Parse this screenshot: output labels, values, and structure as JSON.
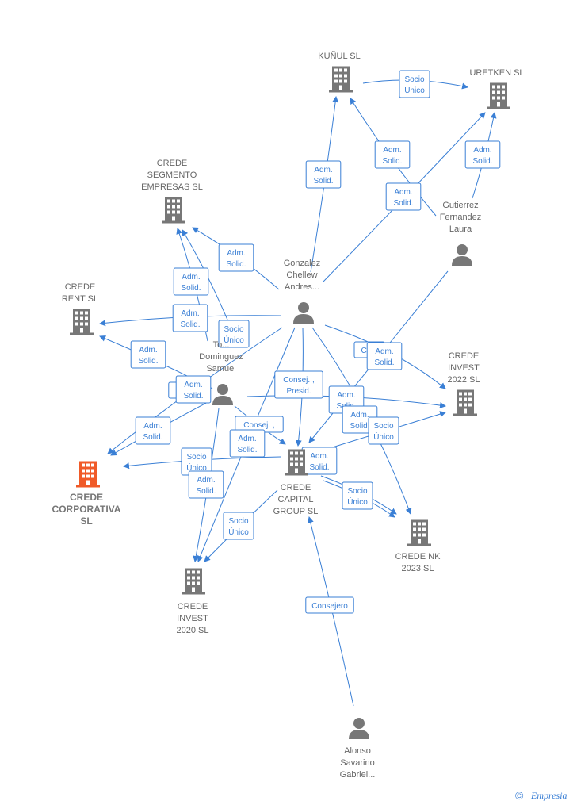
{
  "colors": {
    "edge": "#3a7fd5",
    "building": "#777777",
    "building_focus": "#f05a28",
    "person": "#777777",
    "label": "#666666"
  },
  "nodes": [
    {
      "id": "kunul",
      "type": "company",
      "lines": [
        "KUÑUL  SL"
      ]
    },
    {
      "id": "uretken",
      "type": "company",
      "lines": [
        "URETKEN  SL"
      ]
    },
    {
      "id": "segmento",
      "type": "company",
      "lines": [
        "CREDE",
        "SEGMENTO",
        "EMPRESAS  SL"
      ]
    },
    {
      "id": "rent",
      "type": "company",
      "lines": [
        "CREDE",
        "RENT  SL"
      ]
    },
    {
      "id": "corporativa",
      "type": "company",
      "focus": true,
      "lines": [
        "CREDE",
        "CORPORATIVA",
        "SL"
      ]
    },
    {
      "id": "invest2022",
      "type": "company",
      "lines": [
        "CREDE",
        "INVEST",
        "2022  SL"
      ]
    },
    {
      "id": "capital",
      "type": "company",
      "lines": [
        "CREDE",
        "CAPITAL",
        "GROUP  SL"
      ]
    },
    {
      "id": "nk2023",
      "type": "company",
      "lines": [
        "CREDE NK",
        "2023  SL"
      ]
    },
    {
      "id": "invest2020",
      "type": "company",
      "lines": [
        "CREDE",
        "INVEST",
        "2020  SL"
      ]
    },
    {
      "id": "gonzalez",
      "type": "person",
      "lines": [
        "Gonzalez",
        "Chellew",
        "Andres..."
      ]
    },
    {
      "id": "gutierrez",
      "type": "person",
      "lines": [
        "Gutierrez",
        "Fernandez",
        "Laura"
      ]
    },
    {
      "id": "torres",
      "type": "person",
      "lines": [
        "To...",
        "Dominguez",
        "Samuel"
      ]
    },
    {
      "id": "alonso",
      "type": "person",
      "lines": [
        "Alonso",
        "Savarino",
        "Gabriel..."
      ]
    }
  ],
  "edge_labels": [
    {
      "id": "e1",
      "lines": [
        "Socio",
        "Único"
      ]
    },
    {
      "id": "e2",
      "lines": [
        "Adm.",
        "Solid."
      ]
    },
    {
      "id": "e3",
      "lines": [
        "Adm.",
        "Solid."
      ]
    },
    {
      "id": "e4",
      "lines": [
        "Adm.",
        "Solid."
      ]
    },
    {
      "id": "e5",
      "lines": [
        "Adm.",
        "Solid."
      ]
    },
    {
      "id": "e6",
      "lines": [
        "Adm.",
        "Solid."
      ]
    },
    {
      "id": "e7",
      "lines": [
        "Adm.",
        "Solid."
      ]
    },
    {
      "id": "e8",
      "lines": [
        "Adm.",
        "Solid."
      ]
    },
    {
      "id": "e9",
      "lines": [
        "Socio",
        "Único"
      ]
    },
    {
      "id": "e10",
      "lines": [
        "Adm.",
        "Solid."
      ]
    },
    {
      "id": "e11",
      "lines": [
        "S..."
      ]
    },
    {
      "id": "e12",
      "lines": [
        "Adm.",
        "Solid."
      ]
    },
    {
      "id": "e13",
      "lines": [
        "Adm.",
        "Solid."
      ]
    },
    {
      "id": "e14",
      "lines": [
        "Consej. ,",
        "Presid."
      ]
    },
    {
      "id": "e15",
      "lines": [
        "Consej. ,"
      ]
    },
    {
      "id": "e16",
      "lines": [
        "Adm.",
        "Solid."
      ]
    },
    {
      "id": "e17",
      "lines": [
        "Socio",
        "Único"
      ]
    },
    {
      "id": "e18",
      "lines": [
        "Adm.",
        "Solid."
      ]
    },
    {
      "id": "e19",
      "lines": [
        "Co..."
      ]
    },
    {
      "id": "e20",
      "lines": [
        "Adm.",
        "Solid."
      ]
    },
    {
      "id": "e21",
      "lines": [
        "Adm.",
        "Solid."
      ]
    },
    {
      "id": "e22",
      "lines": [
        "Adm.",
        "Solid."
      ]
    },
    {
      "id": "e23",
      "lines": [
        "Socio",
        "Único"
      ]
    },
    {
      "id": "e24",
      "lines": [
        "Adm.",
        "Solid."
      ]
    },
    {
      "id": "e25",
      "lines": [
        "Socio",
        "Único"
      ]
    },
    {
      "id": "e26",
      "lines": [
        "Socio",
        "Único"
      ]
    },
    {
      "id": "e27",
      "lines": [
        "Consejero"
      ]
    }
  ],
  "footer": {
    "copyright": "©",
    "brand": "Empresia"
  }
}
